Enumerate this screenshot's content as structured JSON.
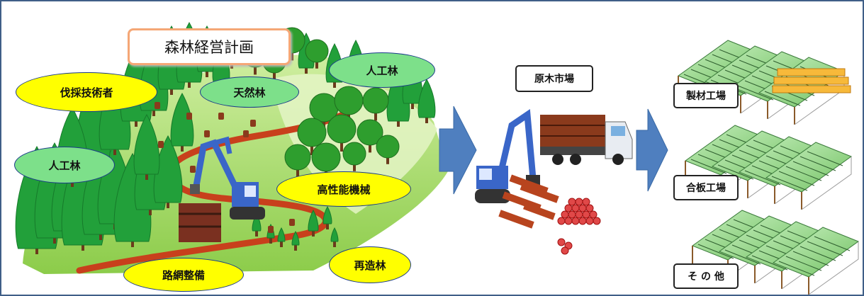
{
  "title": "森林経営計画",
  "forest_labels": {
    "felling_technicians": "伐採技術者",
    "natural_forest": "天然林",
    "plantation_top": "人工林",
    "plantation_left": "人工林",
    "high_performance_machinery": "高性能機械",
    "road_network": "路網整備",
    "reforestation": "再造林"
  },
  "market": "原木市場",
  "factories": {
    "sawmill": "製材工場",
    "plywood": "合板工場",
    "other": "そ の 他"
  },
  "colors": {
    "frame": "#3f5f87",
    "hill": "#a8d86e",
    "conifer": "#22a03a",
    "broadleaf": "#2e9e2e",
    "road": "#c8401c",
    "excavator": "#3a66c8",
    "arrow": "#4f7fbf",
    "log": "#b8441e",
    "label_yellow": "#ffff00",
    "label_green": "#7de08a"
  }
}
